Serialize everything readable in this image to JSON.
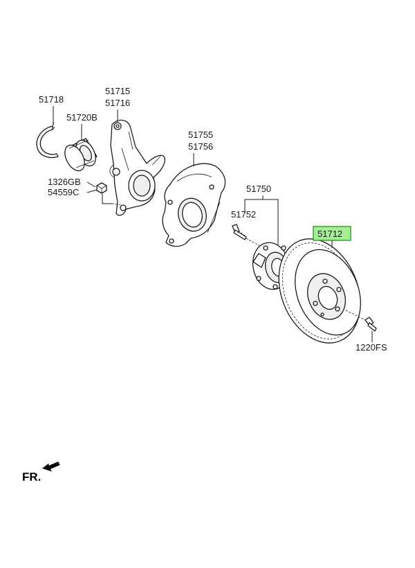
{
  "labels": {
    "snap_ring": "51718",
    "bearing": "51720B",
    "knuckle_lh": "51715",
    "knuckle_rh": "51716",
    "bolt": "1326GB",
    "nut": "54559C",
    "dust_cover_lh": "51755",
    "dust_cover_rh": "51756",
    "hub_assy": "51750",
    "hub_bolt": "51752",
    "disc": "51712",
    "screw": "1220FS"
  },
  "direction_label": "FR.",
  "colors": {
    "highlight_fill": "#a8ec9a",
    "highlight_border": "#3aa02c",
    "line": "#1a1a1a"
  }
}
